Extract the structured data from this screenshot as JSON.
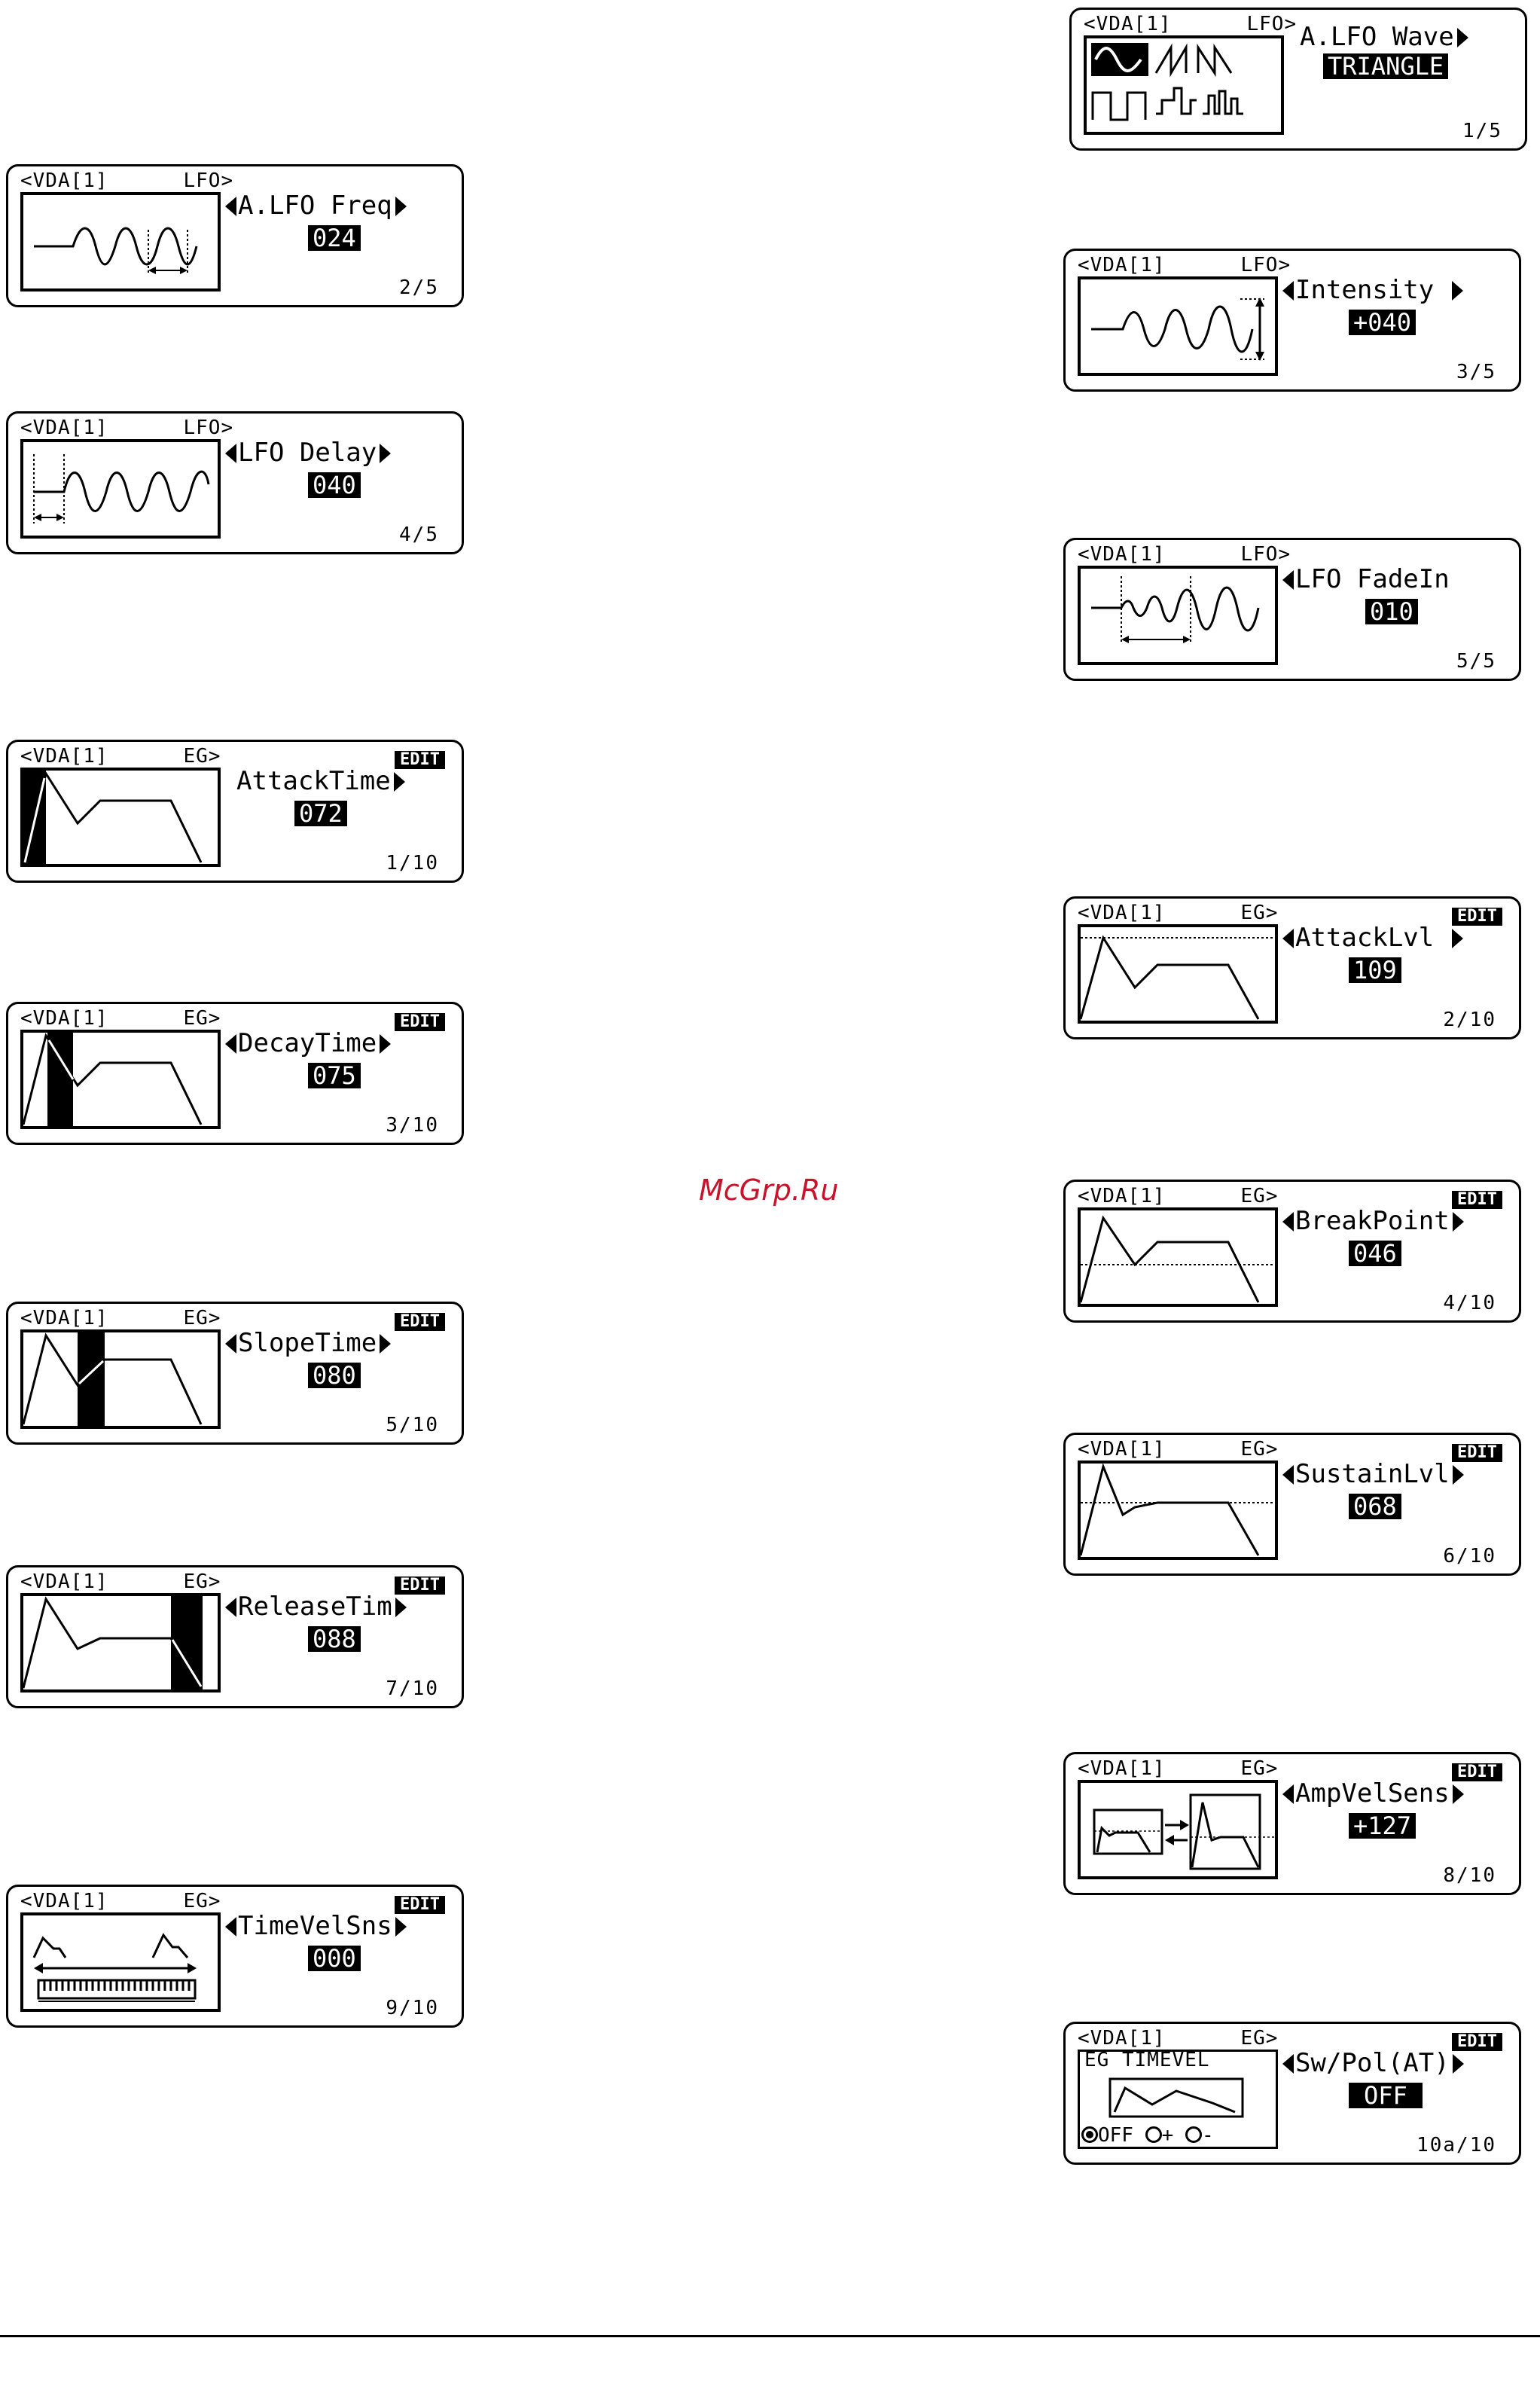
{
  "watermark": "McGrp.Ru",
  "screens": {
    "lfo_wave": {
      "header": "<VDA[1]      LFO>",
      "param": "A.LFO Wave",
      "value": "TRIANGLE",
      "page": "1/5"
    },
    "lfo_freq": {
      "header": "<VDA[1]      LFO>",
      "param": "A.LFO Freq",
      "value": "024",
      "page": "2/5"
    },
    "intensity": {
      "header": "<VDA[1]      LFO>",
      "param": "Intensity",
      "value": "+040",
      "page": "3/5"
    },
    "lfo_delay": {
      "header": "<VDA[1]      LFO>",
      "param": "LFO Delay",
      "value": "040",
      "page": "4/5"
    },
    "lfo_fadein": {
      "header": "<VDA[1]      LFO>",
      "param": "LFO FadeIn",
      "value": "010",
      "page": "5/5"
    },
    "attack_time": {
      "header": "<VDA[1]      EG>",
      "badge": "EDIT",
      "param": "AttackTime",
      "value": "072",
      "page": "1/10"
    },
    "attack_lvl": {
      "header": "<VDA[1]      EG>",
      "badge": "EDIT",
      "param": "AttackLvl",
      "value": "109",
      "page": "2/10"
    },
    "decay_time": {
      "header": "<VDA[1]      EG>",
      "badge": "EDIT",
      "param": "DecayTime",
      "value": "075",
      "page": "3/10"
    },
    "break_point": {
      "header": "<VDA[1]      EG>",
      "badge": "EDIT",
      "param": "BreakPoint",
      "value": "046",
      "page": "4/10"
    },
    "slope_time": {
      "header": "<VDA[1]      EG>",
      "badge": "EDIT",
      "param": "SlopeTime",
      "value": "080",
      "page": "5/10"
    },
    "sustain_lvl": {
      "header": "<VDA[1]      EG>",
      "badge": "EDIT",
      "param": "SustainLvl",
      "value": "068",
      "page": "6/10"
    },
    "release_time": {
      "header": "<VDA[1]      EG>",
      "badge": "EDIT",
      "param": "ReleaseTim",
      "value": "088",
      "page": "7/10"
    },
    "amp_vel_sens": {
      "header": "<VDA[1]      EG>",
      "badge": "EDIT",
      "param": "AmpVelSens",
      "value": "+127",
      "page": "8/10"
    },
    "time_vel_sns": {
      "header": "<VDA[1]      EG>",
      "badge": "EDIT",
      "param": "TimeVelSns",
      "value": "000",
      "page": "9/10"
    },
    "sw_pol": {
      "header": "<VDA[1]      EG>",
      "badge": "EDIT",
      "param": "Sw/Pol(AT)",
      "value": "OFF",
      "page": "10a/10",
      "box_title": "EG TIMEVEL",
      "options": [
        "OFF",
        "+",
        "-"
      ]
    }
  }
}
